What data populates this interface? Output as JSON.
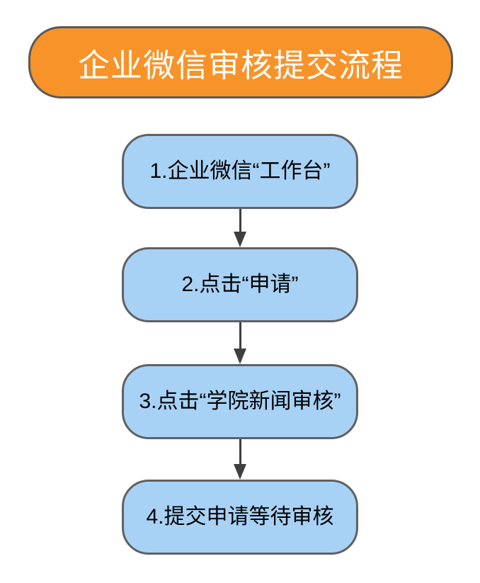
{
  "header": {
    "title": "企业微信审核提交流程",
    "bg_color": "#F79329",
    "text_color": "#FFFFFF",
    "border_color": "#595959"
  },
  "flow": {
    "steps": [
      {
        "label": "1.企业微信“工作台”"
      },
      {
        "label": "2.点击“申请”"
      },
      {
        "label": "3.点击“学院新闻审核”"
      },
      {
        "label": "4.提交申请等待审核"
      }
    ],
    "box_bg_color": "#A8D2F5",
    "box_border_color": "#616161",
    "box_text_color": "#000000",
    "arrow_color": "#3F3F3F"
  }
}
